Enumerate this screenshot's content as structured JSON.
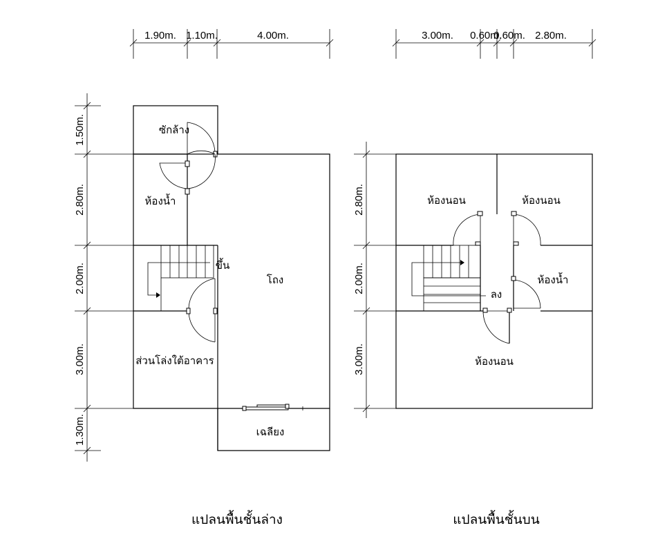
{
  "lower_floor": {
    "title": "แปลนพื้นชั้นล่าง",
    "dims_top": [
      "1.90m.",
      "1.10m.",
      "4.00m."
    ],
    "dims_left": [
      "1.50m.",
      "2.80m.",
      "2.00m.",
      "3.00m.",
      "1.30m."
    ],
    "rooms": {
      "laundry": "ซักล้าง",
      "bathroom": "ห้องน้ำ",
      "stairs_up": "ขึ้น",
      "hall": "โถง",
      "under_building": "ส่วนโล่งใต้อาคาร",
      "porch": "เฉลียง"
    }
  },
  "upper_floor": {
    "title": "แปลนพื้นชั้นบน",
    "dims_top": [
      "3.00m.",
      "0.60m.",
      "0.60m.",
      "2.80m."
    ],
    "dims_left": [
      "2.80m.",
      "2.00m.",
      "3.00m."
    ],
    "rooms": {
      "bedroom_1": "ห้องนอน",
      "bedroom_2": "ห้องนอน",
      "bathroom": "ห้องน้ำ",
      "stairs_down": "ลง",
      "bedroom_3": "ห้องนอน"
    }
  }
}
